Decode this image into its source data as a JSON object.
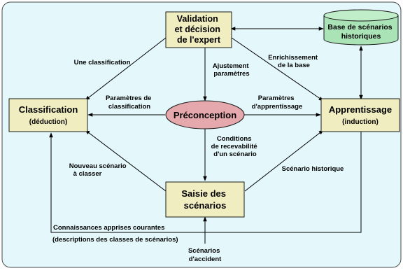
{
  "colors": {
    "background": "#e4f8fb",
    "node_fill": "#f0edc0",
    "ellipse_fill": "#e5a8ad",
    "cylinder_fill": "#a9e3b6"
  },
  "nodes": {
    "validation": [
      "Validation",
      "et décision",
      "de l'expert"
    ],
    "base": [
      "Base de scénarios",
      "historiques"
    ],
    "classification": {
      "title": "Classification",
      "sub": "(déduction)"
    },
    "preconception": "Préconception",
    "apprentissage": {
      "title": "Apprentissage",
      "sub": "(induction)"
    },
    "saisie": [
      "Saisie des",
      "scénarios"
    ]
  },
  "edge_labels": {
    "une_classification": "Une classification",
    "ajustement": [
      "Ajustement",
      "paramètres"
    ],
    "enrichissement": [
      "Enrichissement",
      "de la base"
    ],
    "parametres_classification": [
      "Paramètres de",
      "classification"
    ],
    "parametres_apprentissage": [
      "Paramètres",
      "d'apprentissage"
    ],
    "conditions": [
      "Conditions",
      "de recevabilité",
      "d'un scénario"
    ],
    "nouveau_scenario": [
      "Nouveau scénario",
      "à classer"
    ],
    "scenario_historique": "Scénario historique",
    "connaissances": "Connaissances apprises courantes",
    "descriptions": "(descriptions des classes de scénarios)",
    "scenarios_accident": [
      "Scénarios",
      "d'accident"
    ]
  }
}
